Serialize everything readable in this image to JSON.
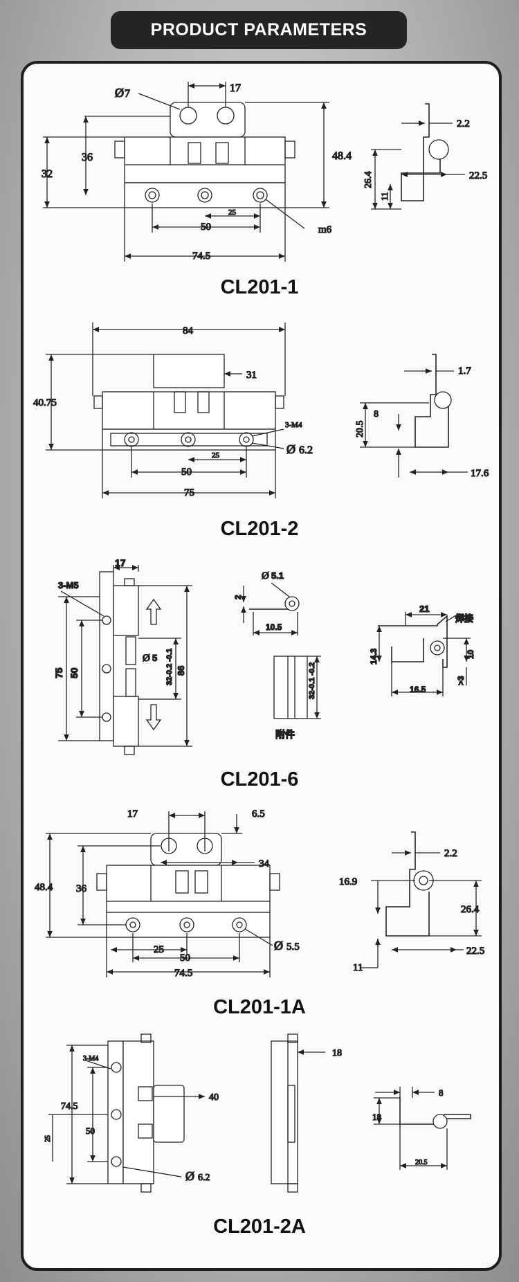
{
  "header": {
    "title": "PRODUCT PARAMETERS"
  },
  "models": [
    {
      "caption": "CL201-1",
      "dims": [
        "17",
        "7",
        "36",
        "32",
        "48.4",
        "25",
        "50",
        "74.5",
        "m6",
        "2.2",
        "26.4",
        "11",
        "22.5"
      ]
    },
    {
      "caption": "CL201-2",
      "dims": [
        "84",
        "31",
        "40.75",
        "3-M4",
        "6.2",
        "25",
        "50",
        "75",
        "1.7",
        "8",
        "20.5",
        "17.6"
      ]
    },
    {
      "caption": "CL201-6",
      "dims": [
        "17",
        "3-M5",
        "75",
        "50",
        "5",
        "32-0.2 -0.1",
        "86",
        "5.1",
        "2",
        "10.5",
        "32-0.1 -0.2",
        "附件",
        "21",
        "焊接",
        "14.3",
        "10",
        ">3",
        "16.5"
      ]
    },
    {
      "caption": "CL201-1A",
      "dims": [
        "17",
        "6.5",
        "34",
        "48.4",
        "36",
        "25",
        "50",
        "74.5",
        "5.5",
        "2.2",
        "16.9",
        "26.4",
        "11",
        "22.5"
      ]
    },
    {
      "caption": "CL201-2A",
      "dims": [
        "3-M4",
        "74.5",
        "50",
        "25",
        "40",
        "6.2",
        "18",
        "8",
        "18",
        "20.5"
      ]
    }
  ]
}
